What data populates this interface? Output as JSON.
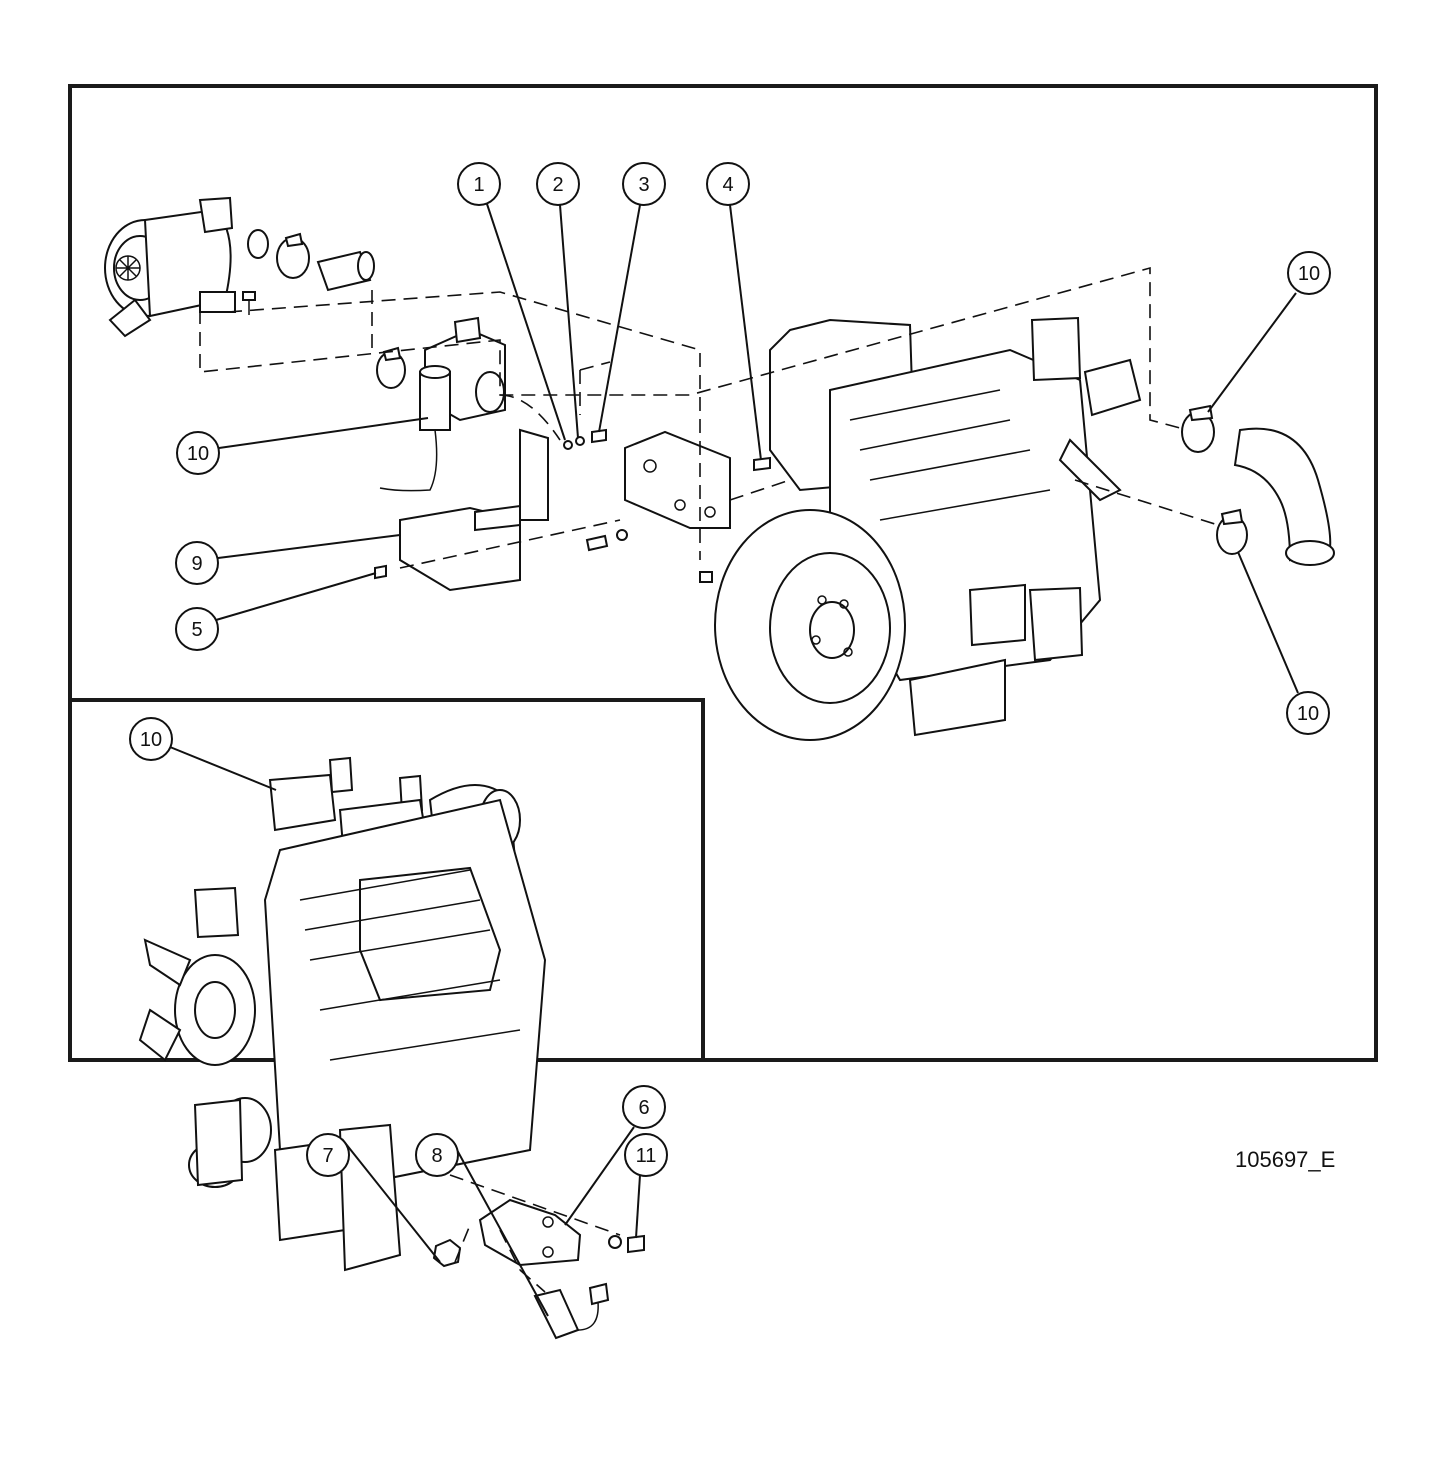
{
  "drawing_number": "105697_E",
  "callouts": [
    {
      "label": "1"
    },
    {
      "label": "2"
    },
    {
      "label": "3"
    },
    {
      "label": "4"
    },
    {
      "label": "10"
    },
    {
      "label": "10"
    },
    {
      "label": "9"
    },
    {
      "label": "5"
    },
    {
      "label": "10"
    },
    {
      "label": "10"
    },
    {
      "label": "6"
    },
    {
      "label": "11"
    },
    {
      "label": "7"
    },
    {
      "label": "8"
    }
  ]
}
